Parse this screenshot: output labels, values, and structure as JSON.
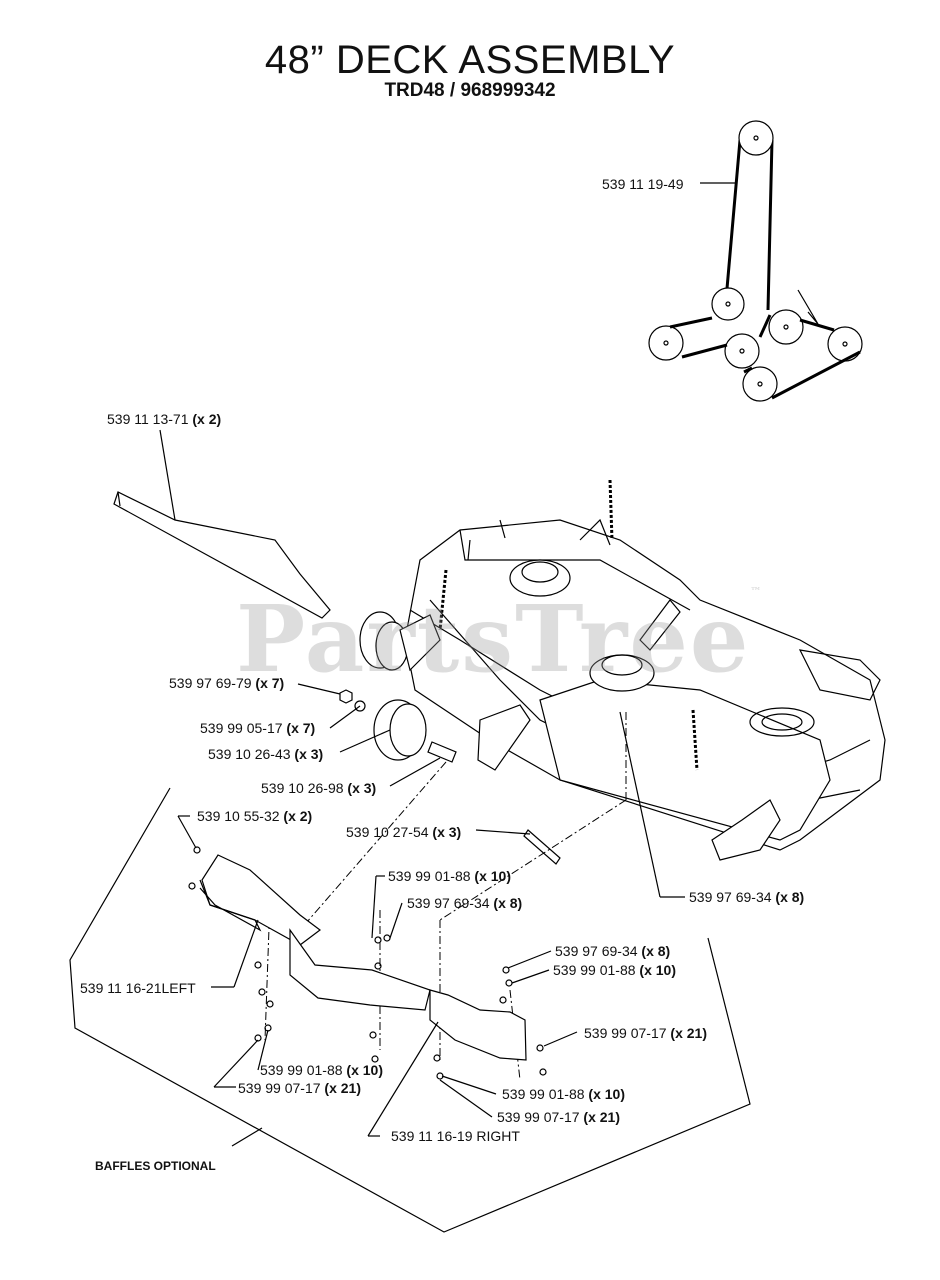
{
  "header": {
    "title": "48” DECK ASSEMBLY",
    "subtitle": "TRD48 / 968999342"
  },
  "watermark": {
    "text": "PartsTree",
    "tm": "™"
  },
  "labels": [
    {
      "part": "539 11 19-49",
      "qty": ""
    },
    {
      "part": "539 11 13-71",
      "qty": "(x 2)"
    },
    {
      "part": "539 97 69-79",
      "qty": "(x 7)"
    },
    {
      "part": "539 99 05-17",
      "qty": "(x 7)"
    },
    {
      "part": "539 10 26-43",
      "qty": "(x 3)"
    },
    {
      "part": "539 10 26-98",
      "qty": "(x 3)"
    },
    {
      "part": "539 10 27-54",
      "qty": "(x 3)"
    },
    {
      "part": "539 10 55-32",
      "qty": "(x 2)"
    },
    {
      "part": "539 99 01-88",
      "qty": "(x 10)"
    },
    {
      "part": "539 97 69-34",
      "qty": "(x 8)"
    },
    {
      "part": "539 97 69-34",
      "qty": "(x 8)"
    },
    {
      "part": "539 97 69-34",
      "qty": "(x 8)"
    },
    {
      "part": "539 99 01-88",
      "qty": "(x 10)"
    },
    {
      "part": "539 11 16-21LEFT",
      "qty": ""
    },
    {
      "part": "539 99 07-17",
      "qty": "(x 21)"
    },
    {
      "part": "539 99 01-88",
      "qty": "(x 10)"
    },
    {
      "part": "539 99 07-17",
      "qty": "(x 21)"
    },
    {
      "part": "539 99 01-88",
      "qty": "(x 10)"
    },
    {
      "part": "539 99 07-17",
      "qty": "(x 21)"
    },
    {
      "part": "539 11 16-19 RIGHT",
      "qty": ""
    }
  ],
  "note": "BAFFLES OPTIONAL"
}
